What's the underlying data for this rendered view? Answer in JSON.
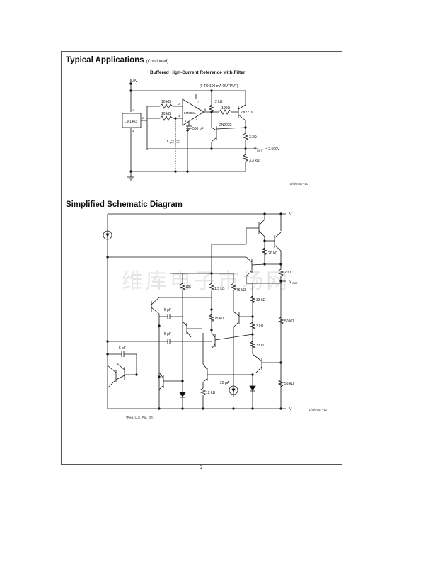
{
  "page": {
    "section1_title": "Typical Applications",
    "section1_suffix": "(Continued)",
    "figure1_title": "Buffered High-Current Reference with Filter",
    "figure1_id": "TL/H/9757–10",
    "section2_title": "Simplified Schematic Diagram",
    "figure2_id": "TL/H/9757–11",
    "footnote": "*Reg. U.S. Pat. Off.",
    "page_number": "5",
    "watermark": "维库电子市场网"
  },
  "circuit1": {
    "supply": "+5.0V",
    "output_note": "(0 TO 100 mA OUTPUT)",
    "reference_ic": "LM1403",
    "opamp": "LM308A",
    "r_in1": "10 kΩ",
    "r_in2": "10 kΩ",
    "r_pullup": "2 kΩ",
    "r_base": "100Ω",
    "r_sense": "3.3Ω",
    "r_load": "3.3 kΩ",
    "cap_comp": "500 pF",
    "cap_filter": "C",
    "cap_filter_sub": "f",
    "q1": "2N2219",
    "q2": "2N2222",
    "vout_label": "V",
    "vout_sub": "OUT",
    "vout_value": "= 2.500V",
    "pins": {
      "ref_in": "1",
      "ref_out": "2",
      "ref_gnd": "3",
      "op_inv": "2",
      "op_noninv": "3",
      "op_vplus": "7",
      "op_out": "6",
      "op_comp": "8",
      "op_vminus": "4"
    }
  },
  "circuit2": {
    "vplus": "V",
    "vplus_sup": "+",
    "vminus": "V",
    "vminus_sup": "−",
    "vout": "V",
    "vout_sub": "OUT",
    "r_20k": "20 kΩ",
    "r_20": "20Ω",
    "r_18k": "18k",
    "r_1_5k": "1.5 kΩ",
    "r_75k_a": "75 kΩ",
    "r_75k_b": "75 kΩ",
    "r_33k_a": "33 kΩ",
    "r_3k": "3 kΩ",
    "r_33k_b": "33 kΩ",
    "r_50k": "50 kΩ",
    "r_55k": "55 kΩ",
    "r_12k": "12 kΩ",
    "c_5pf_a": "5 pF",
    "c_5pf_b": "5 pF",
    "c_5pf_c": "5 pF",
    "i_20ua": "20 μA"
  }
}
